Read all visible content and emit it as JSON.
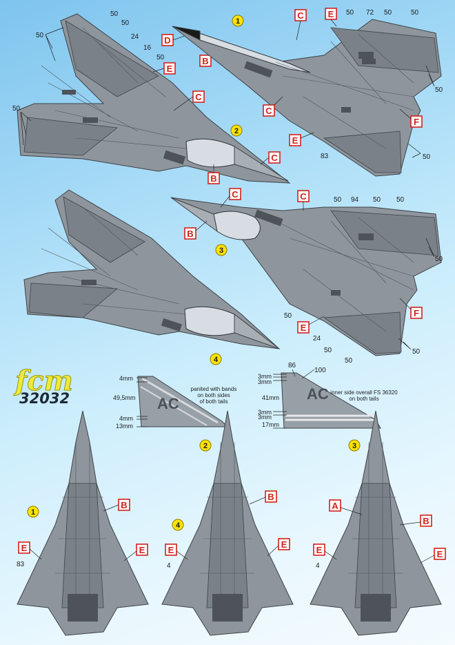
{
  "brand": {
    "logo_text": "fcm",
    "product_code": "32032"
  },
  "variants": {
    "v1": "1",
    "v2": "2",
    "v3": "3",
    "v4": "4"
  },
  "markers": {
    "A": "A",
    "B": "B",
    "C": "C",
    "D": "D",
    "E": "E",
    "F": "F"
  },
  "numbers": {
    "n50": "50",
    "n72": "72",
    "n24": "24",
    "n16": "16",
    "n83": "83",
    "n94": "94",
    "n86": "86",
    "n100": "100",
    "n4": "4"
  },
  "tail_left": {
    "dims": [
      "4mm",
      "49,5mm",
      "4mm",
      "13mm"
    ],
    "note_lines": [
      "panited with bands",
      "on both sides",
      "of both tails"
    ],
    "codes": "AC"
  },
  "tail_right": {
    "dims": [
      "3mm",
      "3mm",
      "41mm",
      "3mm",
      "3mm",
      "17mm"
    ],
    "note_lines": [
      "inner side overall FS 36320",
      "on both tails"
    ],
    "codes": "AC"
  },
  "colors": {
    "background": "#a9dcf7",
    "airframe": "#8e959c",
    "marker_red": "#d3211c",
    "variant_yellow": "#ffe200"
  }
}
